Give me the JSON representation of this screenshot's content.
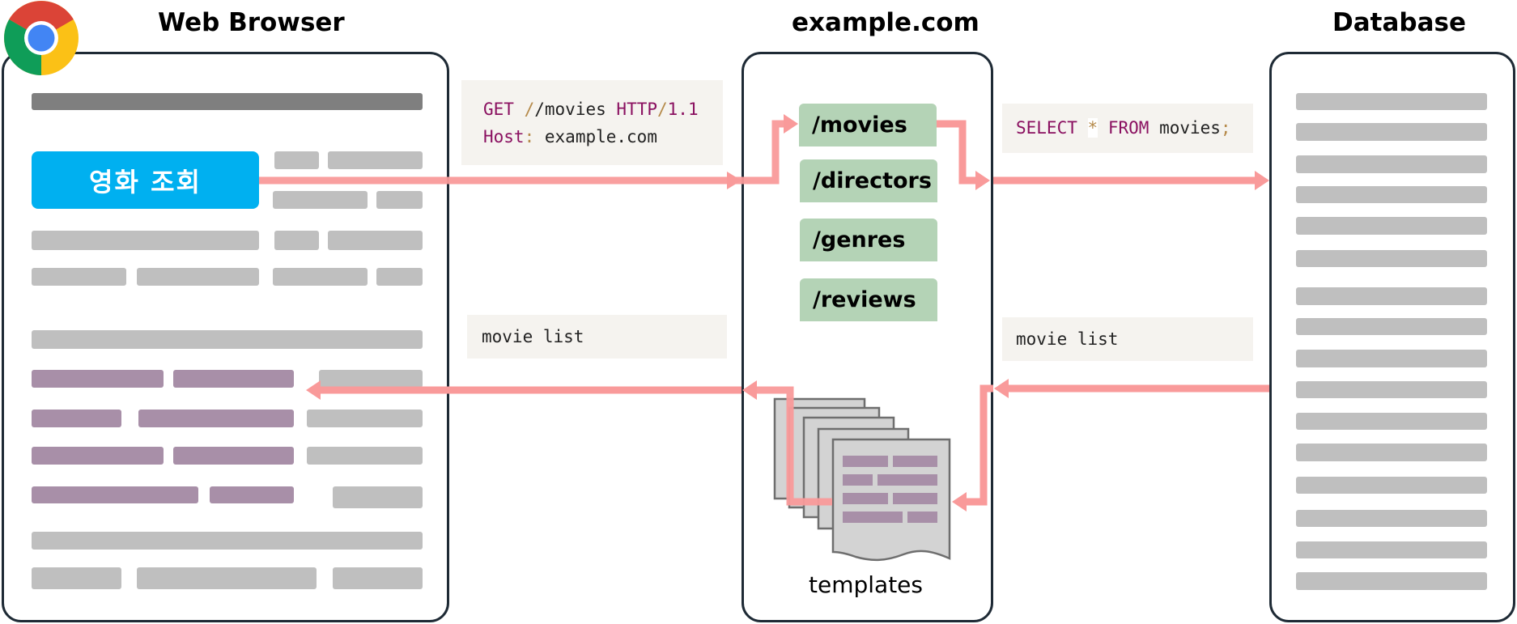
{
  "browser": {
    "title": "Web Browser",
    "button_label": "영화 조회",
    "logo_icon": "chrome-logo-icon"
  },
  "server": {
    "title": "example.com",
    "routes": [
      "/movies",
      "/directors",
      "/genres",
      "/reviews"
    ],
    "templates_label": "templates"
  },
  "database": {
    "title": "Database"
  },
  "request": {
    "method": "GET",
    "path": "/movies",
    "protocol": "HTTP",
    "version": "1.1",
    "host_key": "Host",
    "host_value": "example.com"
  },
  "sql": {
    "select": "SELECT",
    "star": "*",
    "from": "FROM",
    "table": "movies",
    "terminator": ";"
  },
  "responses": {
    "server_to_browser": "movie list",
    "db_to_server": "movie list"
  },
  "colors": {
    "arrow": "#f99a9a",
    "cta": "#00b0f0",
    "route": "#b4d3b6",
    "placeholder": "#bfbfbf",
    "highlight_row": "#a88fa8"
  }
}
